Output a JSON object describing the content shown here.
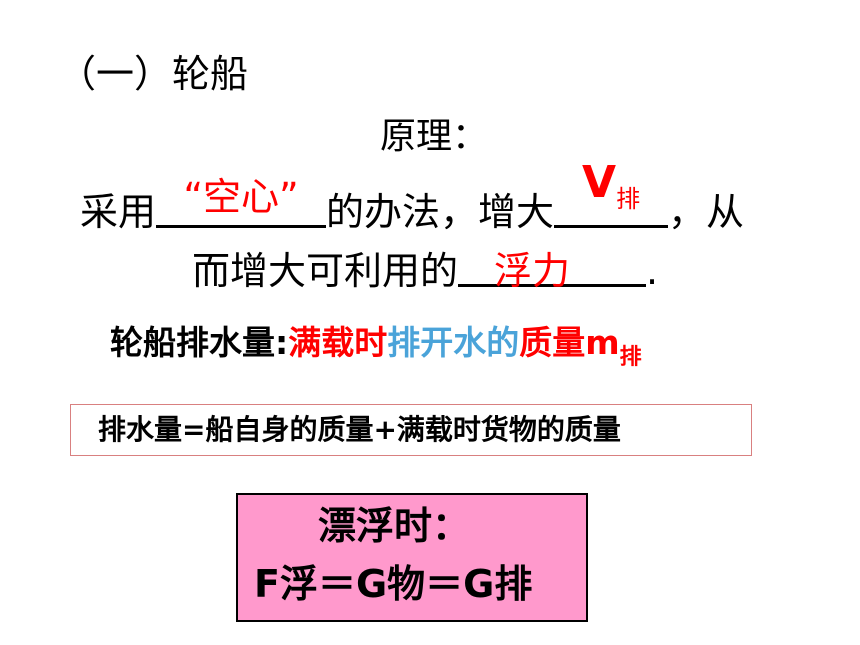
{
  "heading": "（一）轮船",
  "principle": "原理：",
  "line1": {
    "pre": "采用",
    "answer_hollow": "“空心”",
    "mid": "的办法，增大",
    "answer_volume_main": "V",
    "answer_volume_sub": "排",
    "post": "，从"
  },
  "line2": {
    "pre": "而增大可利用的",
    "answer_buoyancy": "浮力",
    "post": "."
  },
  "displacement": {
    "label": "轮船排水量:",
    "part_full_load": "满载时",
    "part_displace": "排开水的",
    "part_mass": "质量",
    "symbol_main": "m",
    "symbol_sub": "排"
  },
  "formula": "排水量=船自身的质量+满载时货物的质量",
  "floating": {
    "title": "漂浮时：",
    "equation": "F浮＝G物＝G排"
  },
  "colors": {
    "answer_red": "#ff0000",
    "highlight_blue": "#4aa3d9",
    "box_pink": "#ff99cc"
  }
}
